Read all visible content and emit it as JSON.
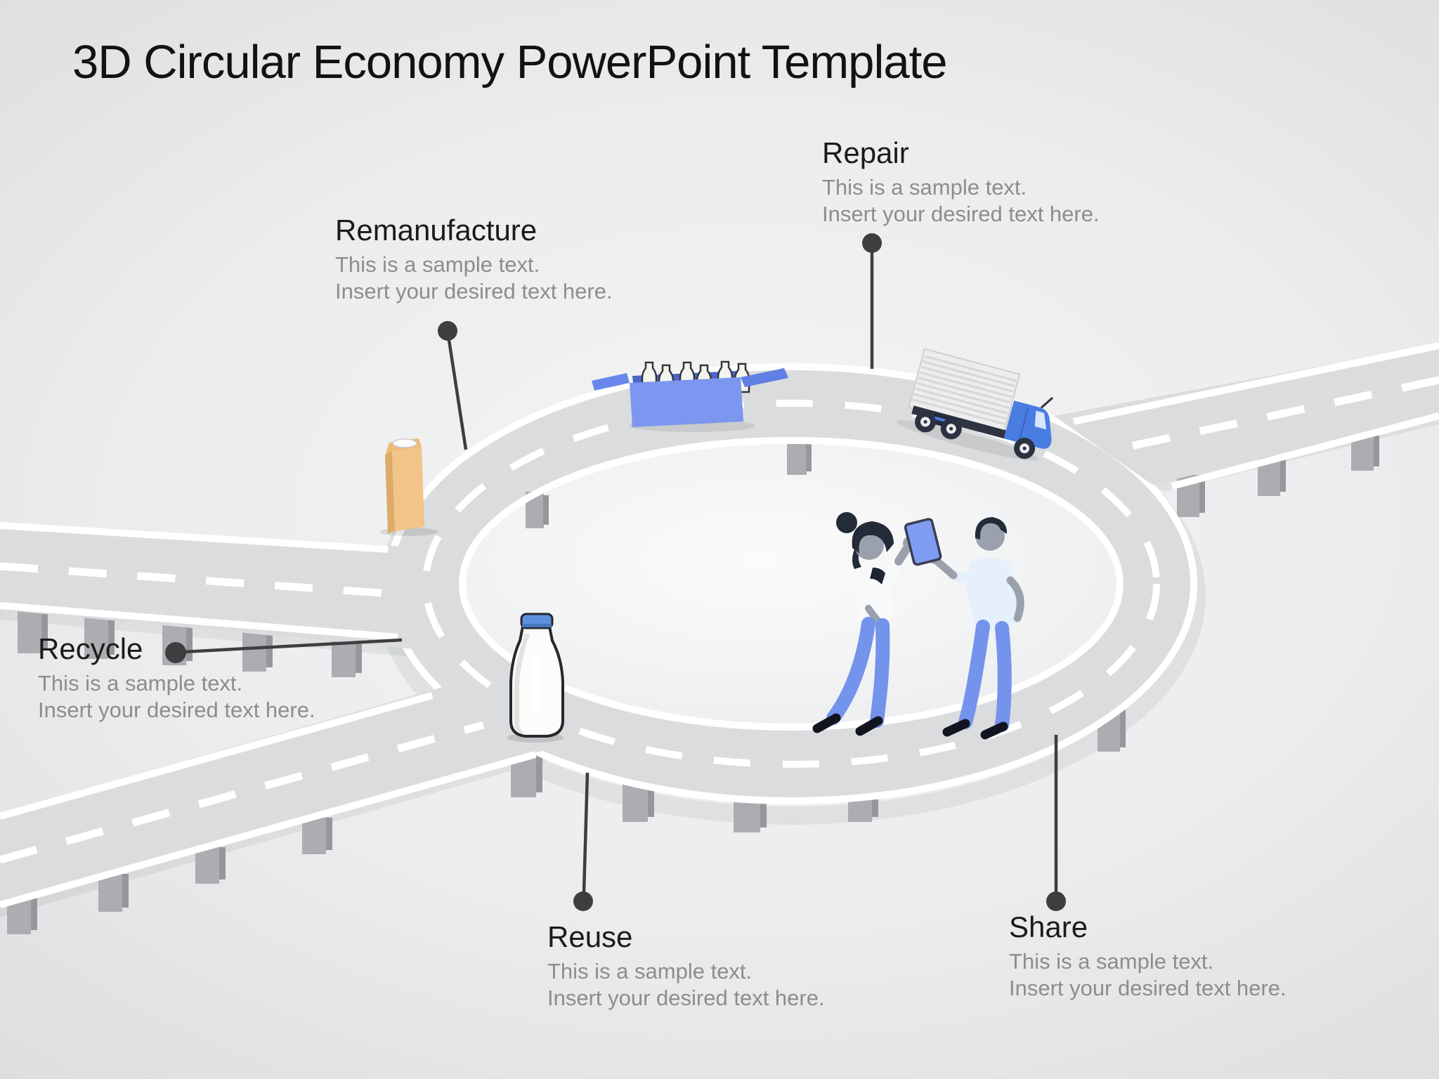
{
  "slide": {
    "title": "3D Circular Economy PowerPoint Template"
  },
  "callouts": [
    {
      "id": "remanufacture",
      "heading": "Remanufacture",
      "body_line1": "This is a sample text.",
      "body_line2": "Insert your desired text here."
    },
    {
      "id": "repair",
      "heading": "Repair",
      "body_line1": "This is a sample text.",
      "body_line2": "Insert your desired text here."
    },
    {
      "id": "recycle",
      "heading": "Recycle",
      "body_line1": "This is a sample text.",
      "body_line2": "Insert your desired text here."
    },
    {
      "id": "reuse",
      "heading": "Reuse",
      "body_line1": "This is a sample text.",
      "body_line2": "Insert your desired text here."
    },
    {
      "id": "share",
      "heading": "Share",
      "body_line1": "This is a sample text.",
      "body_line2": "Insert your desired text here."
    }
  ],
  "illustrations": [
    "roundabout-road-illustration",
    "open-box-with-bottles-icon",
    "delivery-truck-icon",
    "beverage-carton-icon",
    "milk-bottle-icon",
    "two-people-with-tablet-icon"
  ],
  "colors": {
    "background_gray": "#d6d8da",
    "road_gray": "#dadcde",
    "road_marking_white": "#ffffff",
    "leader_line_dark": "#3d3e3f",
    "box_blue": "#7c97ef",
    "truck_cab_blue": "#4a7de2",
    "carton_tan": "#f2c488",
    "bottle_cap_blue": "#5d90dc",
    "people_pants_blue": "#7493ec",
    "heading_text": "#1b1b1b",
    "body_text": "#8d8d8d"
  }
}
